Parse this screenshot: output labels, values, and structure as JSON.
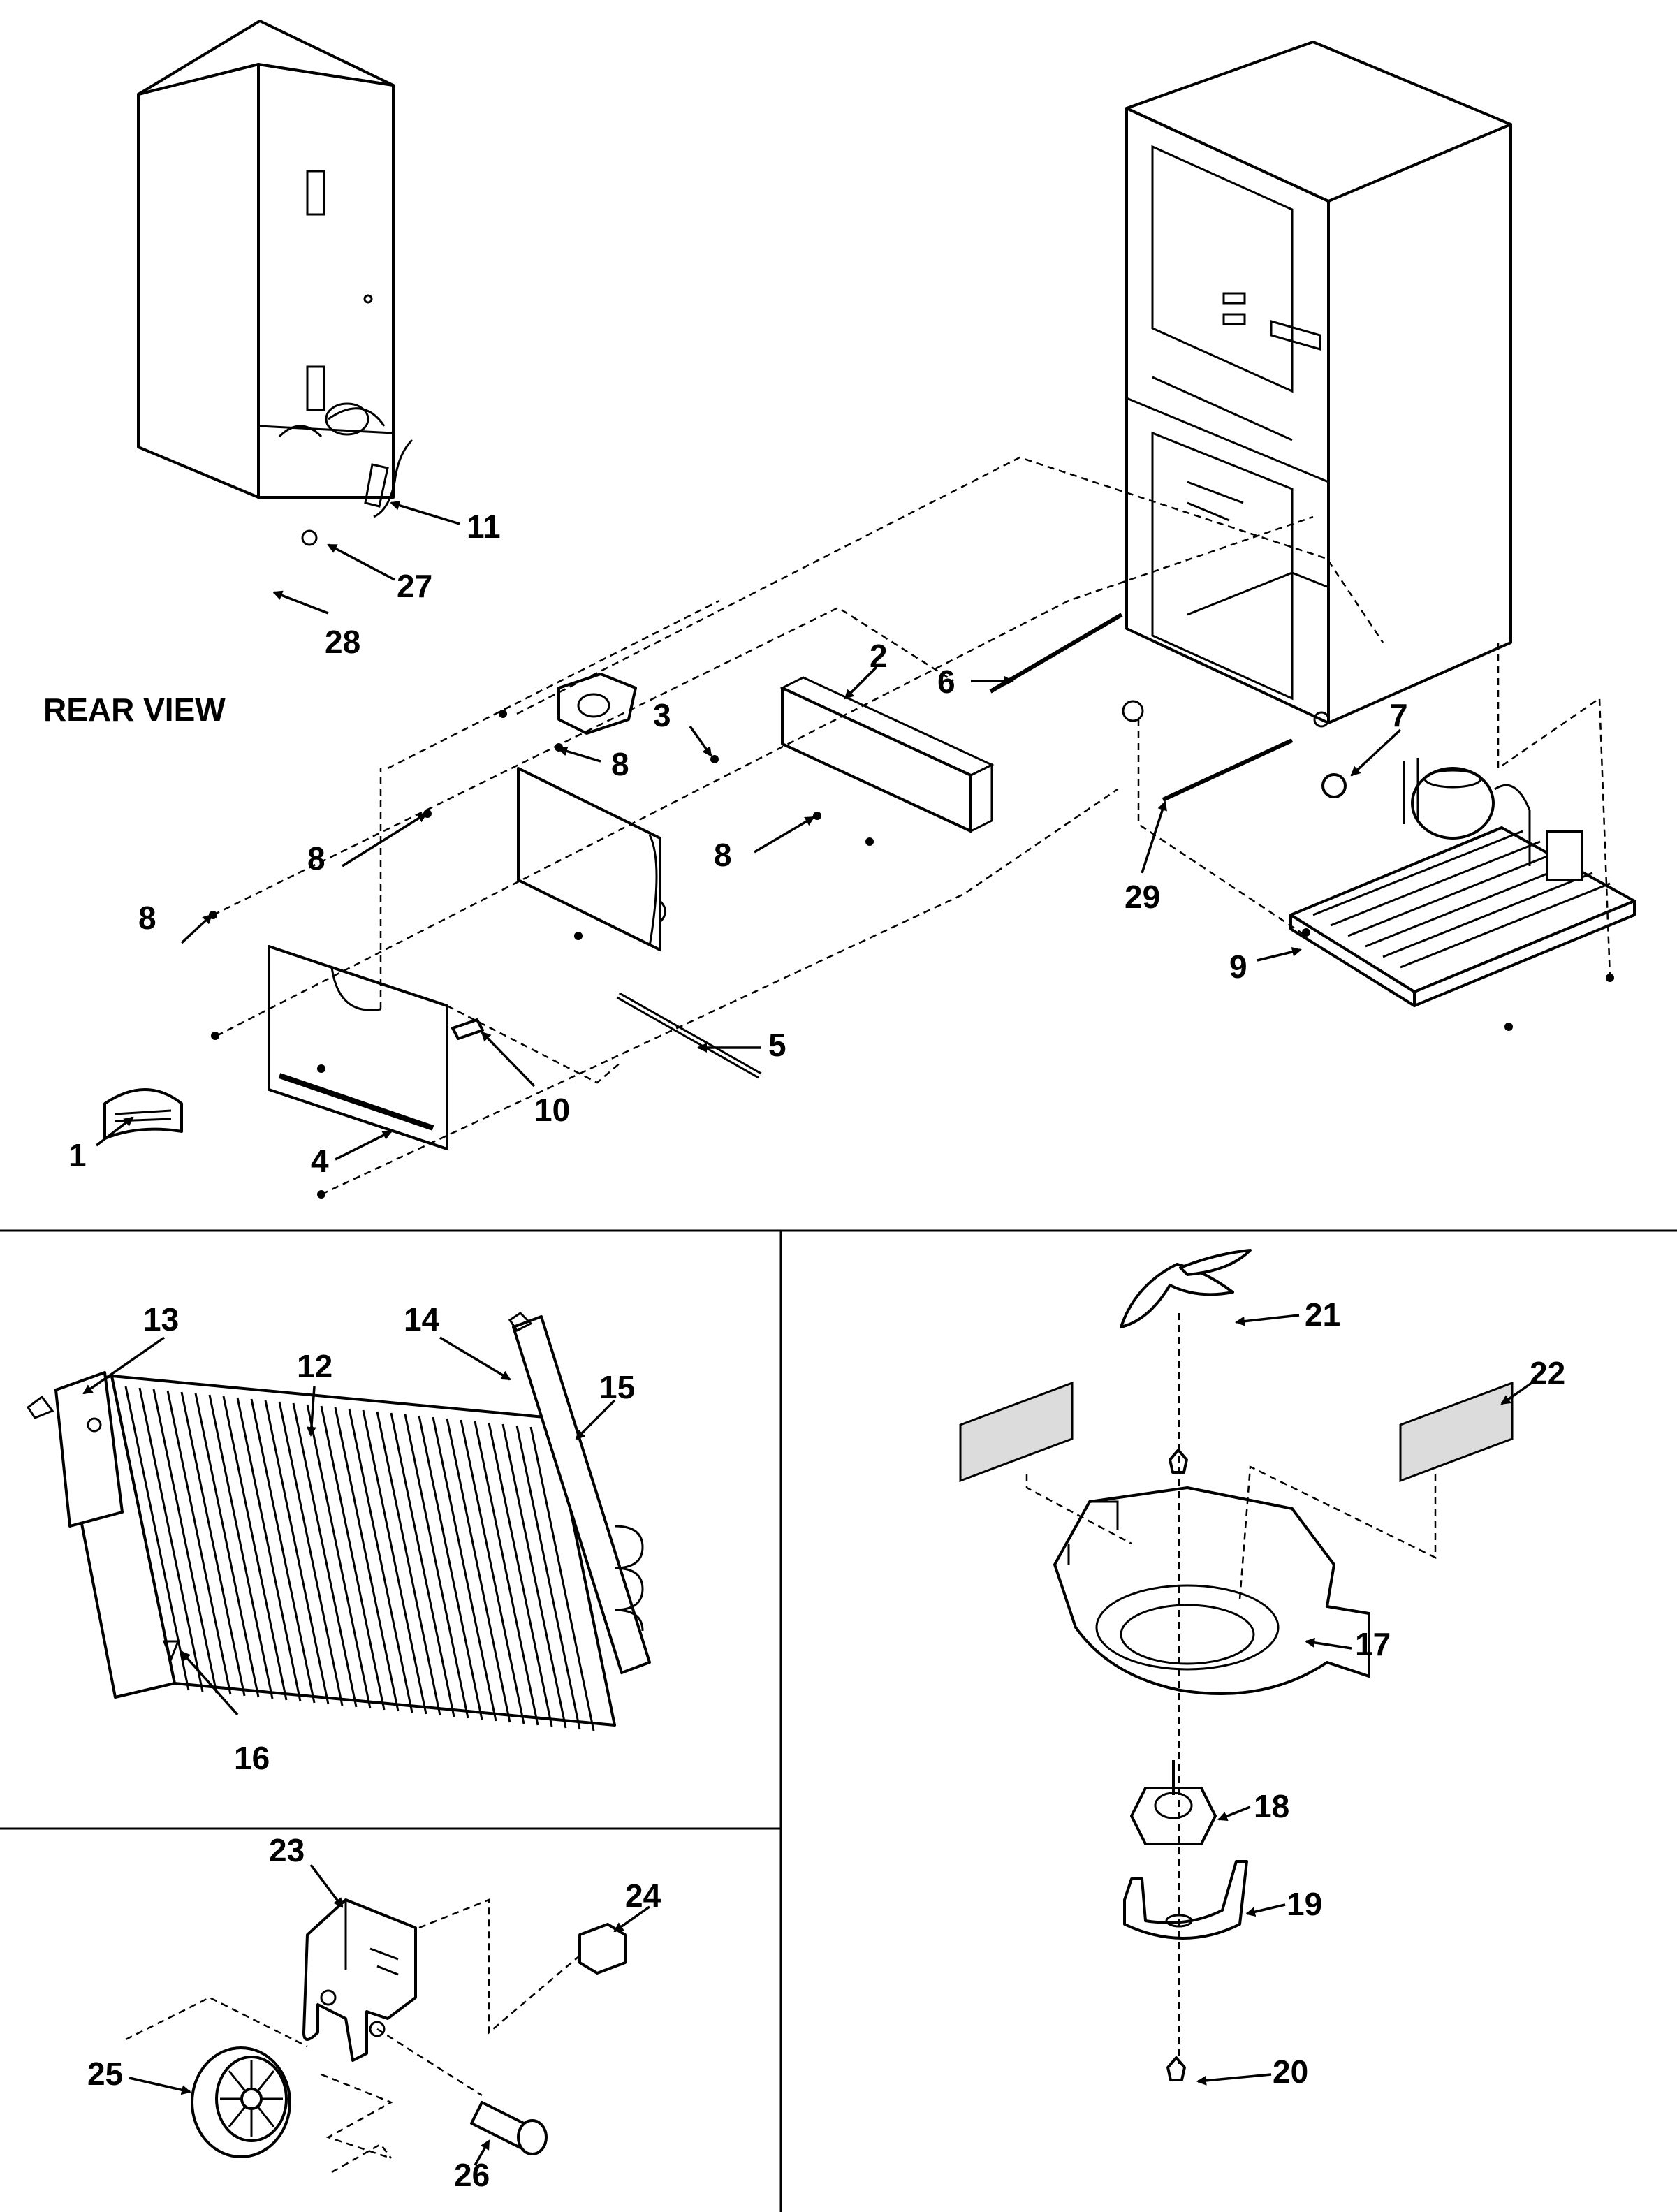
{
  "section_label": "REAR VIEW",
  "callouts": {
    "c1": "1",
    "c2": "2",
    "c3": "3",
    "c4": "4",
    "c5": "5",
    "c6": "6",
    "c7": "7",
    "c8a": "8",
    "c8b": "8",
    "c8c": "8",
    "c8d": "8",
    "c9": "9",
    "c10": "10",
    "c11": "11",
    "c12": "12",
    "c13": "13",
    "c14": "14",
    "c15": "15",
    "c16": "16",
    "c17": "17",
    "c18": "18",
    "c19": "19",
    "c20": "20",
    "c21": "21",
    "c22": "22",
    "c23": "23",
    "c24": "24",
    "c25": "25",
    "c26": "26",
    "c27": "27",
    "c28": "28",
    "c29": "29"
  }
}
